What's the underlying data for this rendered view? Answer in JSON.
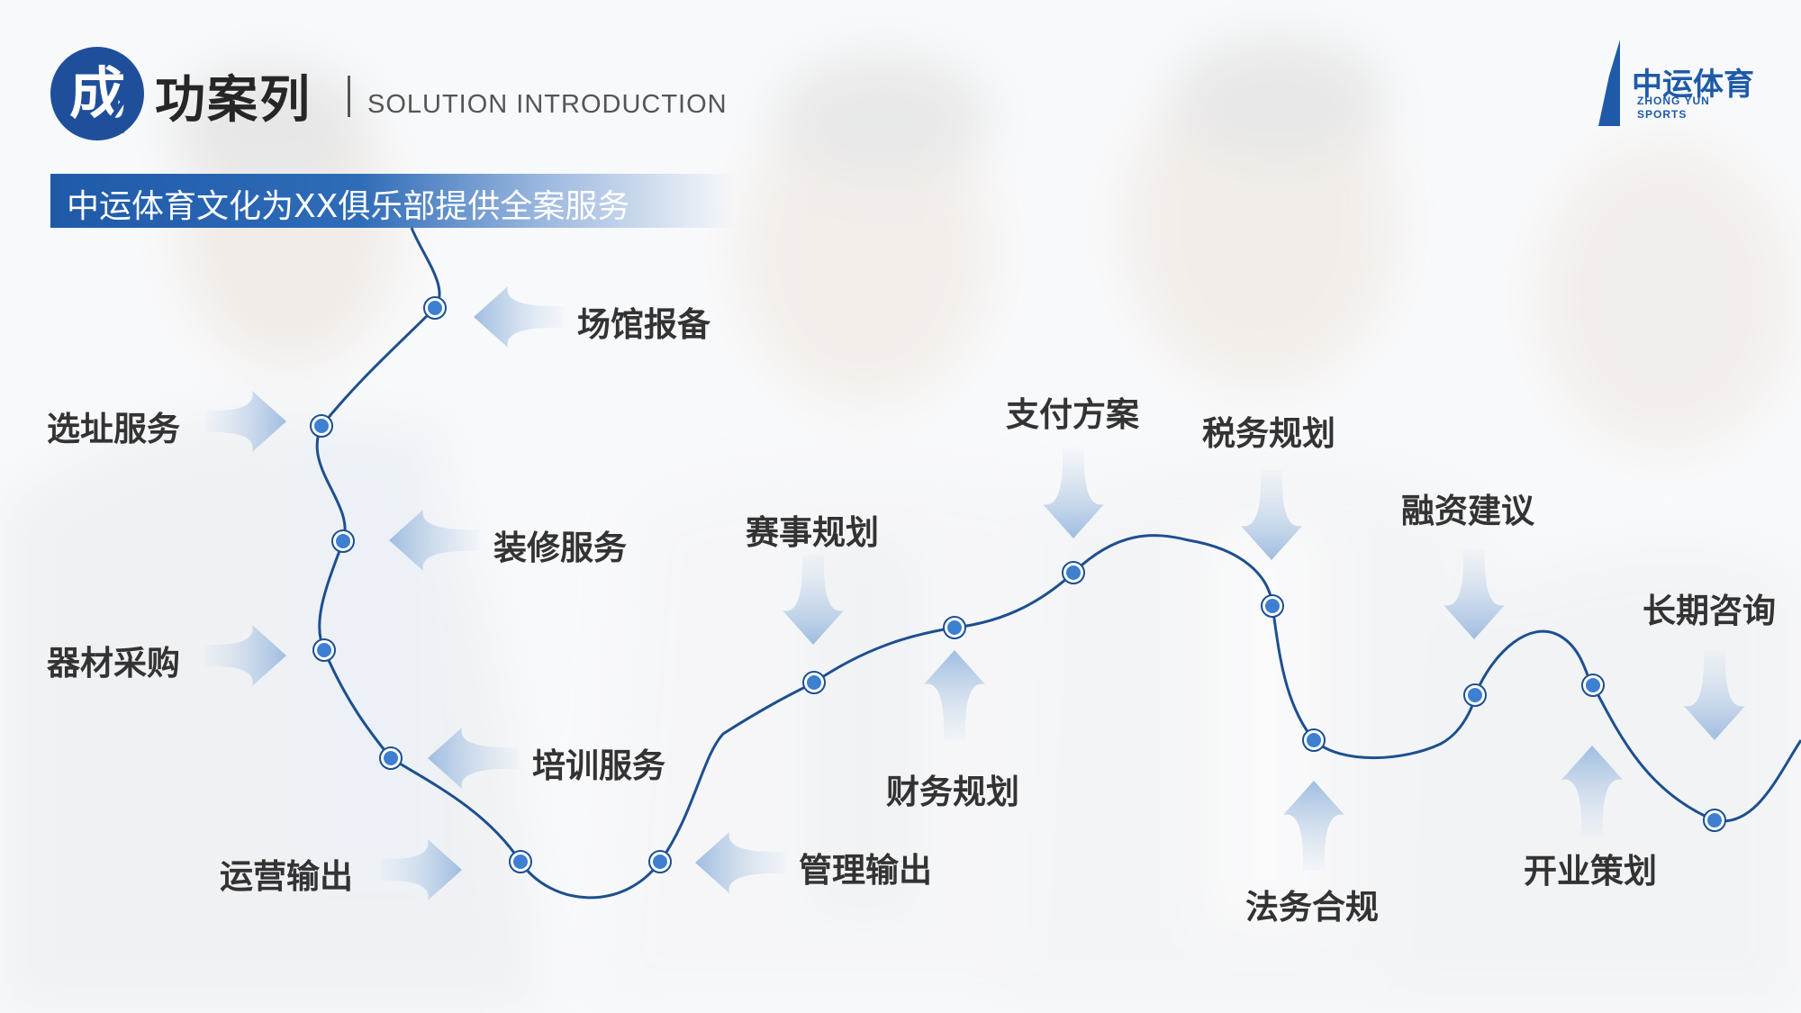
{
  "header": {
    "badge_char": "成",
    "title_rest": "功案列",
    "title_en": "SOLUTION INTRODUCTION",
    "subtitle": "中运体育文化为XX俱乐部提供全案服务"
  },
  "logo": {
    "name_cn": "中运体育",
    "name_en_line1": "ZHONG YUN",
    "name_en_line2": "SPORTS"
  },
  "colors": {
    "accent": "#1f5aa8",
    "node_fill": "#3d7fd0",
    "arrow": "#b7cde6"
  },
  "steps": [
    {
      "label": "场馆报备"
    },
    {
      "label": "选址服务"
    },
    {
      "label": "装修服务"
    },
    {
      "label": "器材采购"
    },
    {
      "label": "培训服务"
    },
    {
      "label": "运营输出"
    },
    {
      "label": "管理输出"
    },
    {
      "label": "赛事规划"
    },
    {
      "label": "财务规划"
    },
    {
      "label": "支付方案"
    },
    {
      "label": "税务规划"
    },
    {
      "label": "法务合规"
    },
    {
      "label": "融资建议"
    },
    {
      "label": "开业策划"
    },
    {
      "label": "长期咨询"
    }
  ]
}
